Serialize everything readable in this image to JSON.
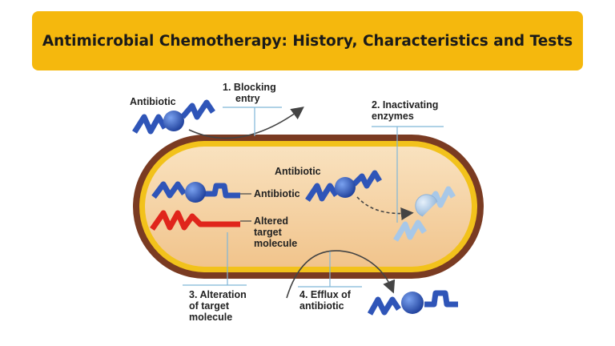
{
  "title": "Antimicrobial Chemotherapy: History, Characteristics and Tests",
  "diagram": {
    "outside_antibiotic_label": "Antibiotic",
    "inside_antibiotic_label": "Antibiotic",
    "bound_antibiotic_label": "Antibiotic",
    "altered_target_label": [
      "Altered",
      "target",
      "molecule"
    ],
    "mechanisms": [
      {
        "number": "1.",
        "lines": [
          "Blocking",
          "entry"
        ]
      },
      {
        "number": "2.",
        "lines": [
          "Inactivating",
          "enzymes"
        ]
      },
      {
        "number": "3.",
        "lines": [
          "Alteration",
          "of target",
          "molecule"
        ]
      },
      {
        "number": "4.",
        "lines": [
          "Efflux of",
          "antibiotic"
        ]
      }
    ],
    "colors": {
      "banner": "#f5b80d",
      "cell_wall": "#7a3b22",
      "membrane": "#f2c21b",
      "cytoplasm": "#f6d3a4",
      "antibiotic": "#2f55b8",
      "altered_target": "#e0251b",
      "inactivated": "#a8c8e8"
    }
  }
}
